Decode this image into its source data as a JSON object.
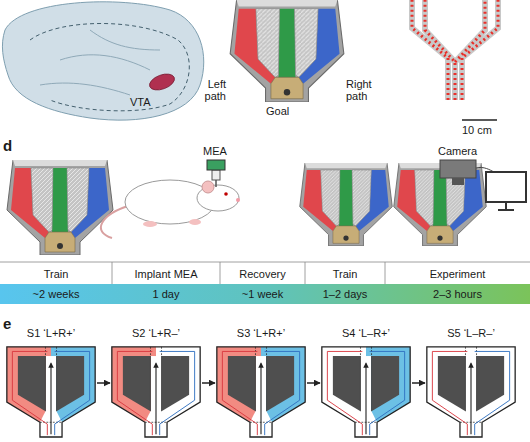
{
  "diagram": {
    "nodes": [
      {
        "text": [
          "Train",
          "~2 weeks"
        ]
      },
      {
        "text": [
          "Implant MEA",
          "1 day"
        ]
      },
      {
        "text": [
          "Recovery",
          "~1 week"
        ]
      },
      {
        "text": [
          "Train",
          "1–2 days"
        ]
      },
      {
        "text": [
          "Experiment",
          "2–3 hours"
        ]
      },
      {
        "text": [
          "S1 ‘L+R+’"
        ]
      },
      {
        "text": [
          "S2 ‘L+R–’"
        ]
      },
      {
        "text": [
          "S3 ‘L+R+’"
        ]
      },
      {
        "text": [
          "S4 ‘L–R+’"
        ]
      },
      {
        "text": [
          "S5 ‘L–R–’"
        ]
      }
    ],
    "edges": [
      {
        "from": 5,
        "to": 6,
        "arrow": "to"
      },
      {
        "from": 6,
        "to": 7,
        "arrow": "to"
      },
      {
        "from": 7,
        "to": 8,
        "arrow": "to"
      },
      {
        "from": 8,
        "to": 9,
        "arrow": "to"
      }
    ],
    "labels": [
      "VTA",
      "Left path",
      "Right path",
      "Goal",
      "10 cm",
      "d",
      "MEA",
      "Camera",
      "e"
    ]
  }
}
